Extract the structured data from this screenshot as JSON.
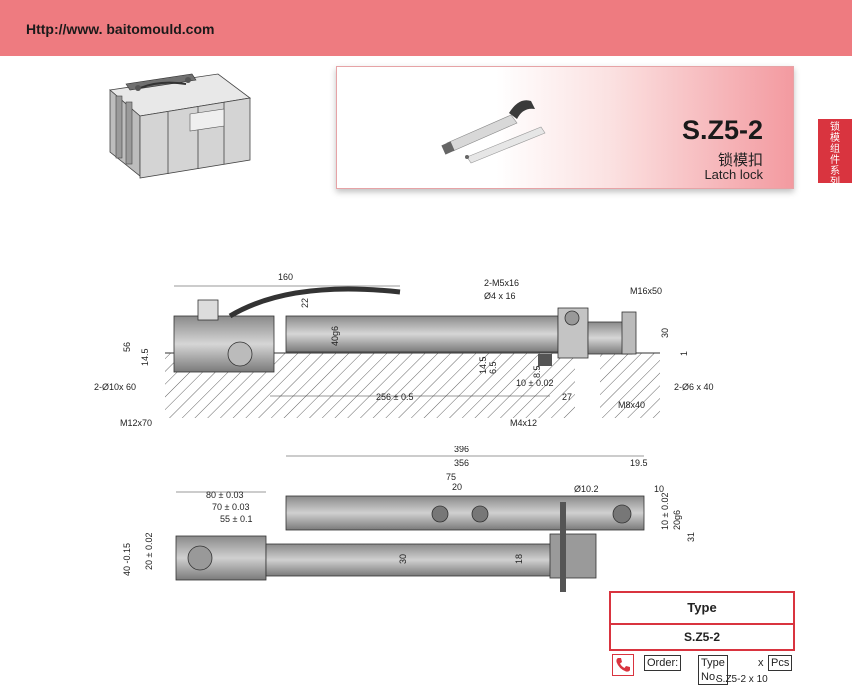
{
  "header": {
    "url": "Http://www. baitomould.com"
  },
  "product": {
    "code": "S.Z5-2",
    "name_cn": "锁模扣",
    "name_en": "Latch lock"
  },
  "side_tab": {
    "label": "锁模组件系列"
  },
  "colors": {
    "header": "#ee7b80",
    "accent": "#d9343f"
  },
  "drawing_top": {
    "dims": [
      "160",
      "2-M5x16",
      "Ø4 x 16",
      "M16x50",
      "56",
      "14.5",
      "22",
      "40g6",
      "30",
      "1",
      "14.5",
      "6.5",
      "8.5",
      "256 ± 0.5",
      "10 ± 0.02",
      "27",
      "2-Ø10x 60",
      "M12x70",
      "M4x12",
      "2-Ø6 x 40",
      "M8x40"
    ]
  },
  "drawing_bottom": {
    "dims": [
      "396",
      "356",
      "19.5",
      "75",
      "20",
      "Ø10.2",
      "10",
      "80 ± 0.03",
      "70 ± 0.03",
      "55 ± 0.1",
      "10 ± 0.02",
      "20g6",
      "31",
      "40 -0.15",
      "20 ± 0.02",
      "30",
      "18"
    ]
  },
  "type_table": {
    "header": "Type",
    "value": "S.Z5-2"
  },
  "order": {
    "label": "Order:",
    "type_label": "Type No.",
    "x": "x",
    "pcs": "Pcs",
    "example": "S.Z5-2 x 10"
  },
  "icons": [
    "phone-icon",
    "mould-illustration",
    "latch-photo"
  ]
}
